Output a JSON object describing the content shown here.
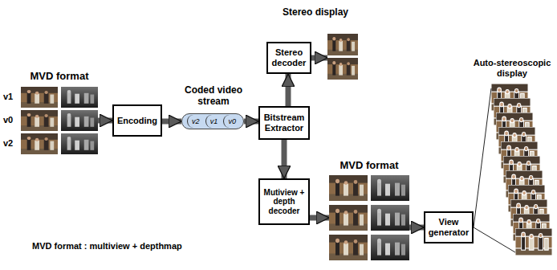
{
  "diagram": {
    "nodes": [
      {
        "text": [
          "MVD format",
          "v1",
          "v0",
          "v2"
        ]
      },
      {
        "text": [
          "Encoding"
        ]
      },
      {
        "text": [
          "Coded video stream",
          "v2",
          "v1",
          "v0"
        ]
      },
      {
        "text": [
          "Bitstream Extractor"
        ]
      },
      {
        "text": [
          "Stereo decoder"
        ]
      },
      {
        "text": [
          "Stereo display"
        ]
      },
      {
        "text": [
          "Mutiview + depth decoder"
        ]
      },
      {
        "text": [
          "MVD format"
        ]
      },
      {
        "text": [
          "View generator"
        ]
      },
      {
        "text": [
          "Auto-stereoscopic display"
        ]
      }
    ],
    "edges": [
      {
        "from": 0,
        "to": 1,
        "arrow": "to"
      },
      {
        "from": 1,
        "to": 2,
        "arrow": "to"
      },
      {
        "from": 2,
        "to": 3,
        "arrow": "to"
      },
      {
        "from": 3,
        "to": 4,
        "arrow": "to"
      },
      {
        "from": 3,
        "to": 6,
        "arrow": "to"
      },
      {
        "from": 4,
        "to": 5,
        "arrow": "to"
      },
      {
        "from": 6,
        "to": 7,
        "arrow": "to"
      },
      {
        "from": 7,
        "to": 8,
        "arrow": "to"
      },
      {
        "from": 8,
        "to": 9,
        "arrow": "none"
      }
    ],
    "labels": [
      "MVD format : multiview + depthmap"
    ]
  }
}
